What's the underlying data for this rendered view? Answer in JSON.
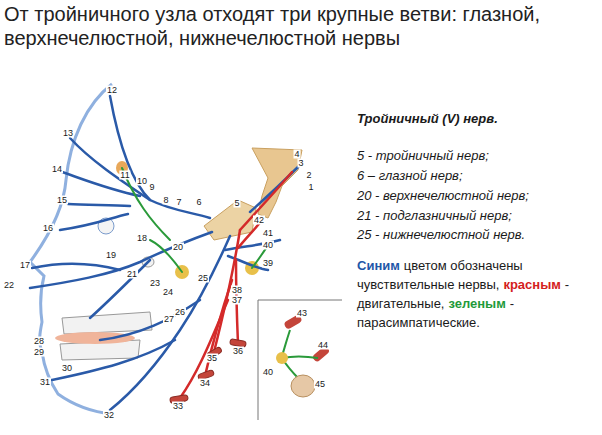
{
  "diagram": {
    "title": "От тройничного узла отходят три крупные ветви: глазной, верхнечелюстной, нижнечелюстной нервы",
    "labels": [
      "Тройничный (V) нерв.",
      "5 - тройничный нерв;",
      "6 – глазной нерв;",
      "20 - верхнечелюстной нерв;",
      "21 - подглазничный нерв;",
      "25 - нижнечелюстной нерв.",
      "Синим",
      "цветом обозначены чувствительные нервы,",
      "красным",
      "- двигательные,",
      "зеленым",
      "- парасимпатические.",
      "1",
      "2",
      "3",
      "4",
      "5",
      "6",
      "7",
      "8",
      "9",
      "10",
      "11",
      "12",
      "13",
      "14",
      "15",
      "16",
      "17",
      "18",
      "19",
      "20",
      "21",
      "22",
      "23",
      "24",
      "25",
      "26",
      "27",
      "28",
      "29",
      "30",
      "31",
      "32",
      "33",
      "34",
      "35",
      "36",
      "37",
      "38",
      "39",
      "40",
      "41",
      "42",
      "43",
      "44",
      "45",
      "40"
    ]
  }
}
